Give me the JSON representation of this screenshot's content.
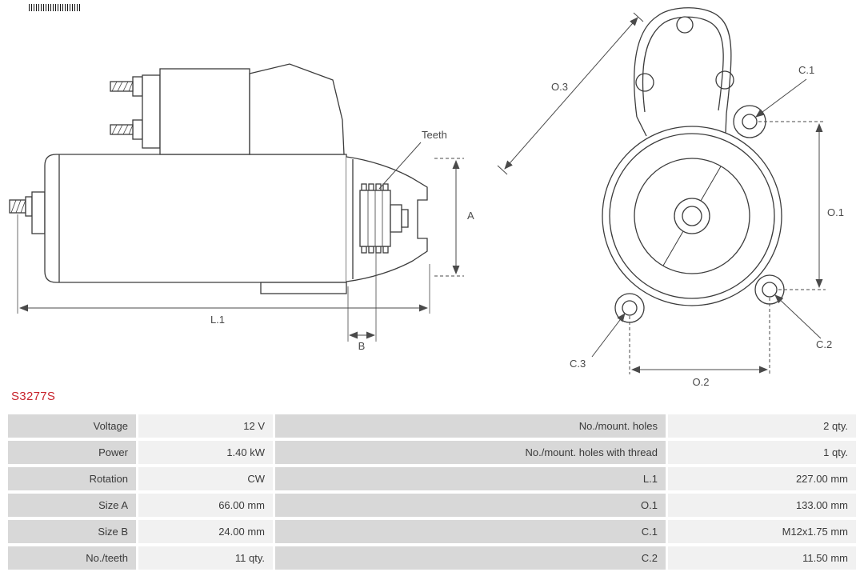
{
  "part_number": "S3277S",
  "colors": {
    "part_number_red": "#c8232c",
    "table_label_bg": "#d8d8d8",
    "table_value_bg": "#f1f1f1",
    "drawing_line": "#3c3c3c",
    "annotation_text": "#4a4a4a"
  },
  "drawing": {
    "side_view": {
      "teeth": "Teeth",
      "a": "A",
      "l1": "L.1",
      "b": "B"
    },
    "front_view": {
      "o3": "O.3",
      "c1": "C.1",
      "o1": "O.1",
      "c3": "C.3",
      "c2": "C.2",
      "o2": "O.2"
    }
  },
  "table": {
    "rows": [
      {
        "l_label": "Voltage",
        "l_value": "12 V",
        "r_label": "No./mount. holes",
        "r_value": "2 qty."
      },
      {
        "l_label": "Power",
        "l_value": "1.40 kW",
        "r_label": "No./mount. holes with thread",
        "r_value": "1 qty."
      },
      {
        "l_label": "Rotation",
        "l_value": "CW",
        "r_label": "L.1",
        "r_value": "227.00 mm"
      },
      {
        "l_label": "Size A",
        "l_value": "66.00 mm",
        "r_label": "O.1",
        "r_value": "133.00 mm"
      },
      {
        "l_label": "Size B",
        "l_value": "24.00 mm",
        "r_label": "C.1",
        "r_value": "M12x1.75 mm"
      },
      {
        "l_label": "No./teeth",
        "l_value": "11 qty.",
        "r_label": "C.2",
        "r_value": "11.50 mm"
      }
    ]
  }
}
